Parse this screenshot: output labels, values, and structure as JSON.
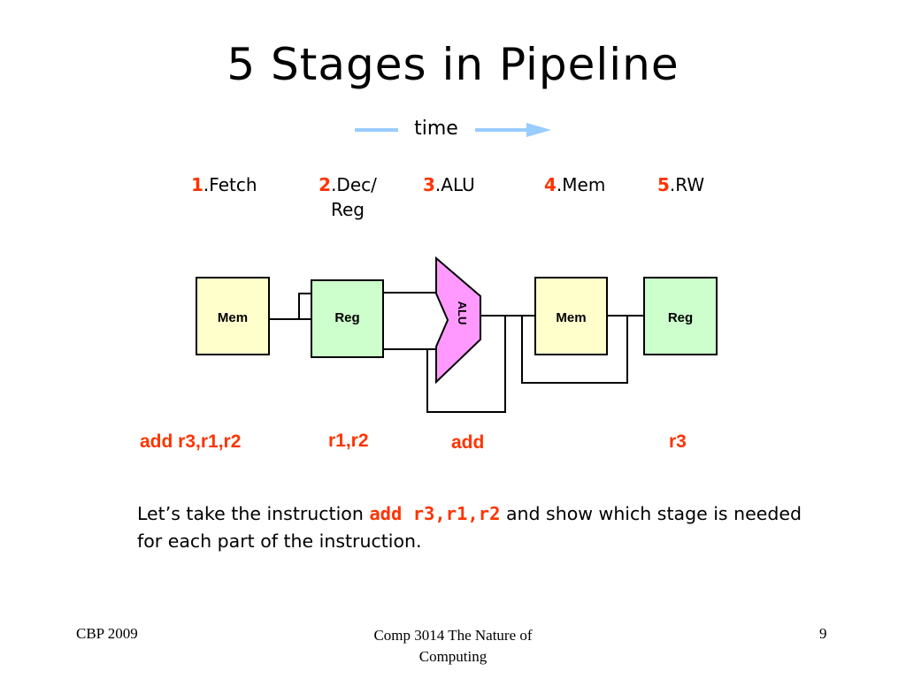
{
  "slide": {
    "title": "5 Stages in Pipeline",
    "time_label": "time"
  },
  "stages": [
    {
      "num": "1",
      "name": ".Fetch"
    },
    {
      "num": "2",
      "name": ".Dec/",
      "name2": "Reg"
    },
    {
      "num": "3",
      "name": ".ALU"
    },
    {
      "num": "4",
      "name": ".Mem"
    },
    {
      "num": "5",
      "name": ".RW"
    }
  ],
  "diagram": {
    "mem1": "Mem",
    "reg1": "Reg",
    "alu": "ALU",
    "mem2": "Mem",
    "reg2": "Reg"
  },
  "parts": {
    "fetch": "add r3,r1,r2",
    "dec": "r1,r2",
    "alu": "add",
    "rw": "r3"
  },
  "description": {
    "before": "Let’s take the instruction ",
    "highlight": "add r3,r1,r2",
    "after": " and show which stage is needed for each part of the instruction."
  },
  "footer": {
    "left": "CBP 2009",
    "center_line1": "Comp 3014 The Nature of",
    "center_line2": "Computing",
    "page": "9"
  },
  "colors": {
    "accent": "#ff3300",
    "mem_fill": "#ffffcc",
    "reg_fill": "#ccffcc",
    "alu_fill": "#ff99ff",
    "arrow": "#99ccff"
  }
}
